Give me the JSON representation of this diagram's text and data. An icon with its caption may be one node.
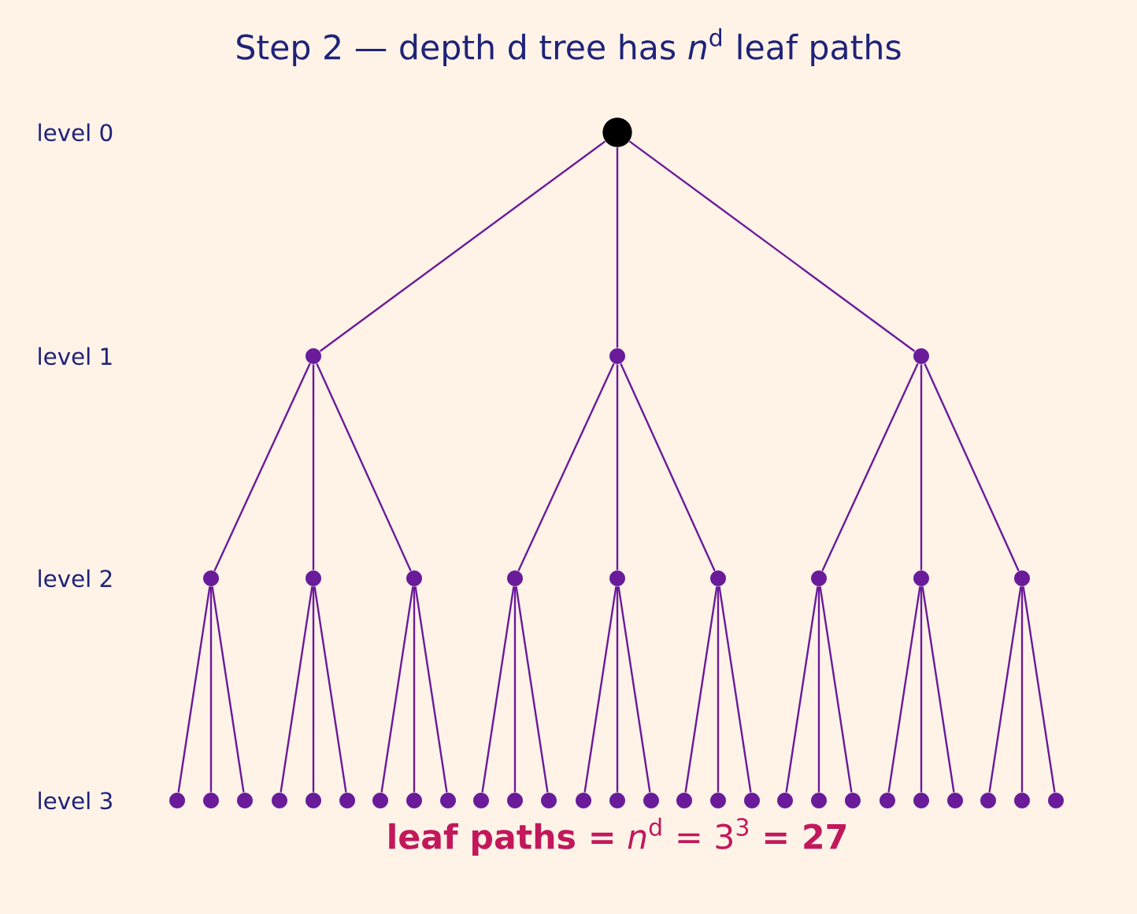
{
  "diagram": {
    "title": "Step 2 — depth d tree has *n*$^{d}$ leaf paths",
    "nodes": [
      {
        "text": [],
        "shape": "circle"
      },
      {
        "text": [],
        "shape": "circle"
      },
      {
        "text": [],
        "shape": "circle"
      },
      {
        "text": [],
        "shape": "circle"
      },
      {
        "text": [],
        "shape": "circle"
      },
      {
        "text": [],
        "shape": "circle"
      },
      {
        "text": [],
        "shape": "circle"
      },
      {
        "text": [],
        "shape": "circle"
      },
      {
        "text": [],
        "shape": "circle"
      },
      {
        "text": [],
        "shape": "circle"
      },
      {
        "text": [],
        "shape": "circle"
      },
      {
        "text": [],
        "shape": "circle"
      },
      {
        "text": [],
        "shape": "circle"
      },
      {
        "text": [],
        "shape": "circle"
      },
      {
        "text": [],
        "shape": "circle"
      },
      {
        "text": [],
        "shape": "circle"
      },
      {
        "text": [],
        "shape": "circle"
      },
      {
        "text": [],
        "shape": "circle"
      },
      {
        "text": [],
        "shape": "circle"
      },
      {
        "text": [],
        "shape": "circle"
      },
      {
        "text": [],
        "shape": "circle"
      },
      {
        "text": [],
        "shape": "circle"
      },
      {
        "text": [],
        "shape": "circle"
      },
      {
        "text": [],
        "shape": "circle"
      },
      {
        "text": [],
        "shape": "circle"
      },
      {
        "text": [],
        "shape": "circle"
      },
      {
        "text": [],
        "shape": "circle"
      },
      {
        "text": [],
        "shape": "circle"
      },
      {
        "text": [],
        "shape": "circle"
      },
      {
        "text": [],
        "shape": "circle"
      },
      {
        "text": [],
        "shape": "circle"
      },
      {
        "text": [],
        "shape": "circle"
      },
      {
        "text": [],
        "shape": "circle"
      },
      {
        "text": [],
        "shape": "circle"
      },
      {
        "text": [],
        "shape": "circle"
      },
      {
        "text": [],
        "shape": "circle"
      },
      {
        "text": [],
        "shape": "circle"
      },
      {
        "text": [],
        "shape": "circle"
      },
      {
        "text": [],
        "shape": "circle"
      },
      {
        "text": [],
        "shape": "circle"
      }
    ],
    "edges": [
      {
        "from": 0,
        "to": 1,
        "arrow": "none"
      },
      {
        "from": 0,
        "to": 2,
        "arrow": "none"
      },
      {
        "from": 0,
        "to": 3,
        "arrow": "none"
      },
      {
        "from": 1,
        "to": 4,
        "arrow": "none"
      },
      {
        "from": 1,
        "to": 5,
        "arrow": "none"
      },
      {
        "from": 1,
        "to": 6,
        "arrow": "none"
      },
      {
        "from": 2,
        "to": 7,
        "arrow": "none"
      },
      {
        "from": 2,
        "to": 8,
        "arrow": "none"
      },
      {
        "from": 2,
        "to": 9,
        "arrow": "none"
      },
      {
        "from": 3,
        "to": 10,
        "arrow": "none"
      },
      {
        "from": 3,
        "to": 11,
        "arrow": "none"
      },
      {
        "from": 3,
        "to": 12,
        "arrow": "none"
      },
      {
        "from": 4,
        "to": 13,
        "arrow": "none"
      },
      {
        "from": 4,
        "to": 14,
        "arrow": "none"
      },
      {
        "from": 4,
        "to": 15,
        "arrow": "none"
      },
      {
        "from": 5,
        "to": 16,
        "arrow": "none"
      },
      {
        "from": 5,
        "to": 17,
        "arrow": "none"
      },
      {
        "from": 5,
        "to": 18,
        "arrow": "none"
      },
      {
        "from": 6,
        "to": 19,
        "arrow": "none"
      },
      {
        "from": 6,
        "to": 20,
        "arrow": "none"
      },
      {
        "from": 6,
        "to": 21,
        "arrow": "none"
      },
      {
        "from": 7,
        "to": 22,
        "arrow": "none"
      },
      {
        "from": 7,
        "to": 23,
        "arrow": "none"
      },
      {
        "from": 7,
        "to": 24,
        "arrow": "none"
      },
      {
        "from": 8,
        "to": 25,
        "arrow": "none"
      },
      {
        "from": 8,
        "to": 26,
        "arrow": "none"
      },
      {
        "from": 8,
        "to": 27,
        "arrow": "none"
      },
      {
        "from": 9,
        "to": 28,
        "arrow": "none"
      },
      {
        "from": 9,
        "to": 29,
        "arrow": "none"
      },
      {
        "from": 9,
        "to": 30,
        "arrow": "none"
      },
      {
        "from": 10,
        "to": 31,
        "arrow": "none"
      },
      {
        "from": 10,
        "to": 32,
        "arrow": "none"
      },
      {
        "from": 10,
        "to": 33,
        "arrow": "none"
      },
      {
        "from": 11,
        "to": 34,
        "arrow": "none"
      },
      {
        "from": 11,
        "to": 35,
        "arrow": "none"
      },
      {
        "from": 11,
        "to": 36,
        "arrow": "none"
      },
      {
        "from": 12,
        "to": 37,
        "arrow": "none"
      },
      {
        "from": 12,
        "to": 38,
        "arrow": "none"
      },
      {
        "from": 12,
        "to": 39,
        "arrow": "none"
      }
    ],
    "labels": [
      "level 0",
      "level 1",
      "level 2",
      "level 3",
      "**leaf paths =** *n*$^{d}$ = 3$^{3}$ **= 27**"
    ]
  }
}
